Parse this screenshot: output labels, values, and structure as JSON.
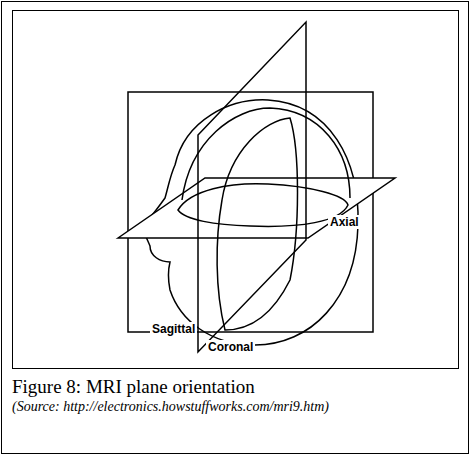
{
  "diagram": {
    "caption": "Figure 8: MRI plane orientation",
    "labels": [
      "Axial",
      "Sagittal",
      "Coronal",
      "(Source: http://electronics.howstuffworks.com/mri9.htm)"
    ]
  }
}
